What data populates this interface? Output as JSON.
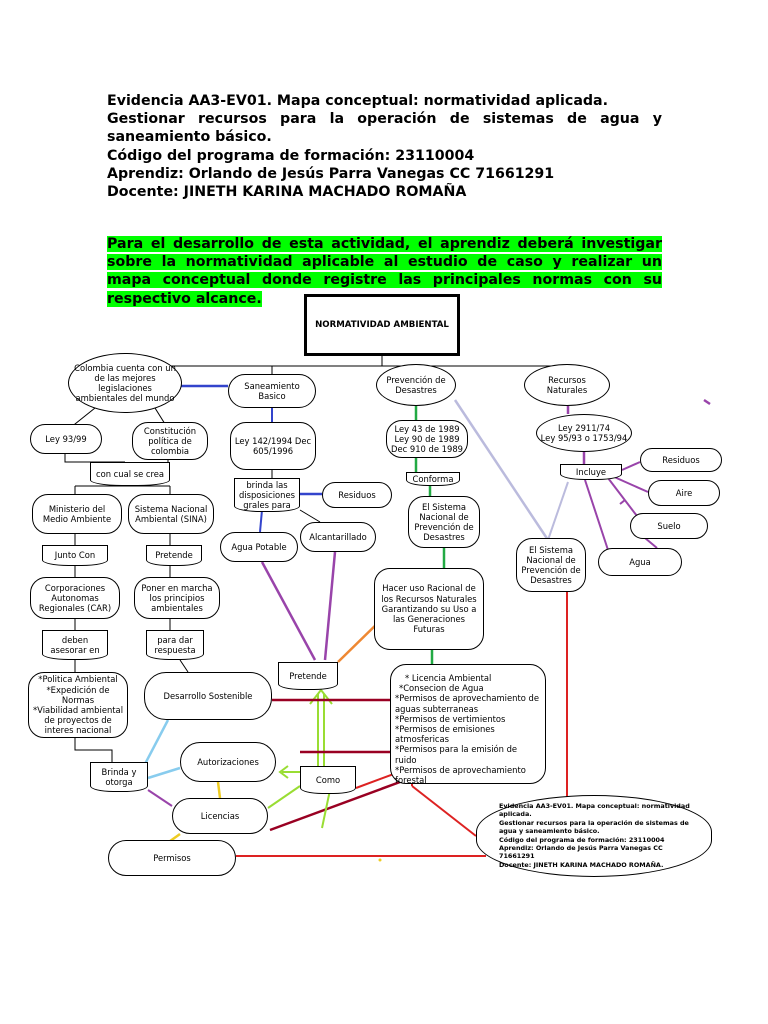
{
  "header": {
    "lines": [
      "Evidencia AA3-EV01. Mapa conceptual: normatividad aplicada.",
      "Gestionar recursos para la operación de sistemas de agua y saneamiento básico.",
      "Código del programa de formación: 23110004",
      "Aprendiz: Orlando de Jesús Parra Vanegas CC 71661291",
      "Docente: JINETH KARINA MACHADO ROMAÑA"
    ]
  },
  "task": "Para el desarrollo de esta actividad, el aprendiz deberá investigar sobre la normatividad aplicable al estudio de caso y realizar un mapa conceptual donde registre las principales normas con su respectivo alcance.",
  "map": {
    "title": "NORMATIVIDAD AMBIENTAL",
    "colombia": "Colombia cuenta con un de las mejores legislaciones ambientales del mundo",
    "ley9399": "Ley 93/99",
    "constitucion": "Constitución política de colombia",
    "con_cual": "con cual se crea",
    "ministerio": "Ministerio del Medio Ambiente",
    "sina": "Sistema Nacional Ambiental (SINA)",
    "junto_con": "Junto Con",
    "pretende1": "Pretende",
    "car": "Corporaciones Autonomas Regionales (CAR)",
    "poner_marcha": "Poner en marcha los principios ambientales",
    "deben": "deben asesorar en",
    "para_dar": "para dar respuesta",
    "politica_lines": [
      "*Politica Ambiental",
      "*Expedición de Normas",
      "*Viabilidad ambiental de proyectos de interes nacional"
    ],
    "saneamiento": "Saneamiento Basico",
    "ley142": "Ley 142/1994 Dec 605/1996",
    "brinda_disp": "brinda las disposiciones grales para",
    "residuos1": "Residuos",
    "agua_potable": "Agua Potable",
    "alcantarillado": "Alcantarillado",
    "prevencion": "Prevención de Desastres",
    "ley43_lines": [
      "Ley 43 de 1989",
      "Ley 90 de 1989",
      "Dec 910 de 1989"
    ],
    "conforma": "Conforma",
    "sistema_nacional": "El Sistema Nacional de Prevención de Desastres",
    "hacer_uso": "Hacer uso Racional de los Recursos Naturales Garantizando su Uso a las Generaciones Futuras",
    "recursos": "Recursos Naturales",
    "ley2911_lines": [
      "Ley 2911/74",
      "Ley 95/93 o 1753/94"
    ],
    "incluye": "Incluye",
    "residuos2": "Residuos",
    "aire": "Aire",
    "suelo": "Suelo",
    "agua": "Agua",
    "sistema_nacional2": "El Sistema Nacional de Prevención de Desastres",
    "pretende2": "Pretende",
    "licencia_lines": [
      "* Licencia Ambiental",
      "*Consecion de Agua",
      "*Permisos de aprovechamiento de aguas  subterraneas",
      "*Permisos de vertimientos",
      "*Permisos de emisiones atmosfericas",
      "*Permisos para la emisión de ruido",
      "*Permisos de aprovechamiento forestal"
    ],
    "desarrollo": "Desarrollo Sostenible",
    "autorizaciones": "Autorizaciones",
    "como": "Como",
    "brinda_otorga": "Brinda y otorga",
    "licencias": "Licencias",
    "permisos": "Permisos"
  },
  "footer": {
    "lines": [
      "Evidencia AA3-EV01. Mapa conceptual: normatividad aplicada.",
      "Gestionar recursos para la operación de sistemas de agua y saneamiento básico.",
      "Código del programa de formación: 23110004",
      "Aprendiz: Orlando de Jesús Parra Vanegas CC 71661291",
      "Docente: JINETH KARINA MACHADO ROMAÑA."
    ]
  },
  "colors": {
    "highlight": "#00ff00",
    "blue": "#3344cc",
    "green": "#22aa44",
    "purple": "#9944aa",
    "lavender": "#bbbbdd",
    "dark_red": "#990022",
    "red": "#dd2222",
    "orange": "#ee8833",
    "light_blue": "#88ccee",
    "yellow_green": "#99dd33",
    "yellow": "#eecc22"
  }
}
